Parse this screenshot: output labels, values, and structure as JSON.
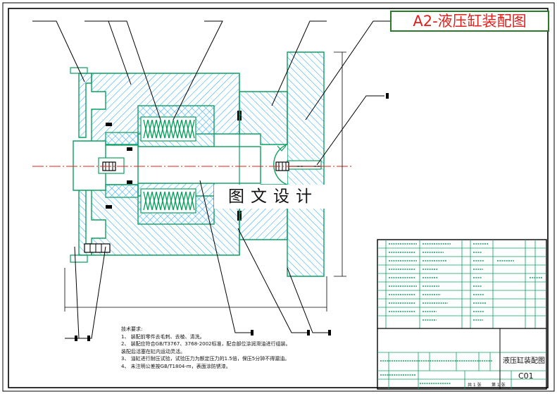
{
  "drawing": {
    "title": "A2-液压缸装配图",
    "watermark": "图文设计",
    "colors": {
      "frame": "#000000",
      "part": "#0aa060",
      "hatch": "#2aa8ff",
      "centerline": "#e0201c",
      "leader": "#000000",
      "title_border": "#2a7a2a"
    }
  },
  "notes": {
    "heading": "技术要求:",
    "lines": [
      "1、 装配前零件去毛刺、去棱、清洗。",
      "2、 装配应符合GB/T3767、3768-2002标准，配合部位涂润滑油进行组装。",
      "   装配后活塞在缸内运动灵活。",
      "3、 油缸进行耐压试验，试验压力为额定压力的1.5倍，保压5分钟不得漏油。",
      "4、 未注明公差按GB/T1804-m，表面涂防锈漆。"
    ]
  },
  "title_block": {
    "drawing_name": "液压缸装配图",
    "drawing_code": "C01",
    "sheet_total": "共 1 张",
    "sheet_no": "第 1 张"
  }
}
